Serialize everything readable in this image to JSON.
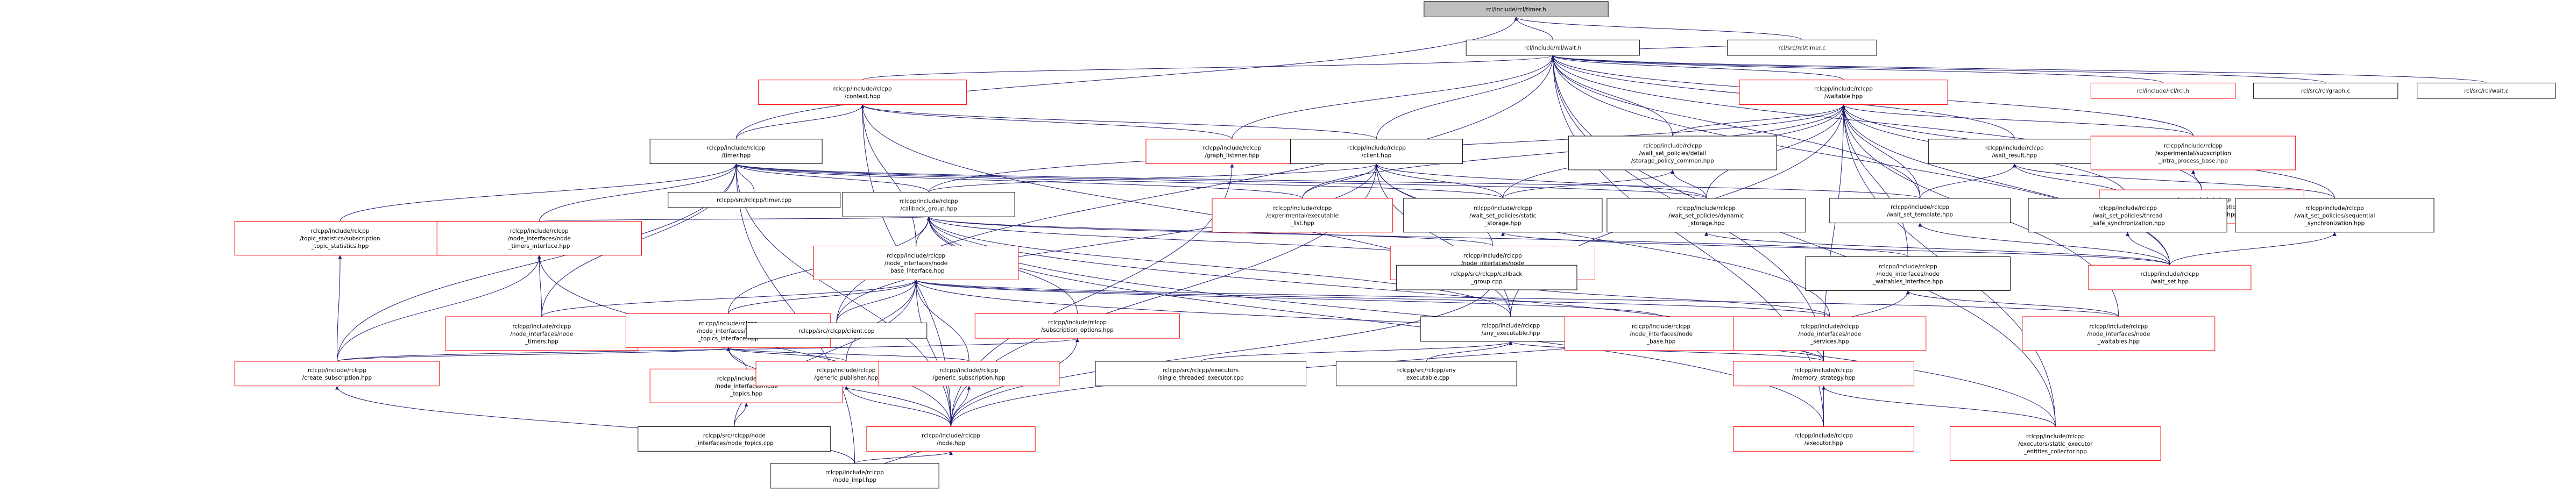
{
  "colors": {
    "edge": "#191970",
    "node_border_default": "#000000",
    "node_border_incomplete": "#ff0000",
    "node_fill": "#ffffff",
    "root_fill": "#bfbfbf",
    "text": "#000000"
  },
  "nodes": {
    "rcl_timer_h": {
      "lines": [
        "rcl/include/rcl/timer.h"
      ]
    },
    "rcl_wait_h": {
      "lines": [
        "rcl/include/rcl/wait.h"
      ]
    },
    "rcl_src_timer_c": {
      "lines": [
        "rcl/src/rcl/timer.c"
      ]
    },
    "rclcpp_context": {
      "lines": [
        "rclcpp/include/rclcpp",
        "/context.hpp"
      ]
    },
    "rclcpp_waitable": {
      "lines": [
        "rclcpp/include/rclcpp",
        "/waitable.hpp"
      ]
    },
    "rcl_rcl_h": {
      "lines": [
        "rcl/include/rcl/rcl.h"
      ]
    },
    "rcl_graph_c": {
      "lines": [
        "rcl/src/rcl/graph.c"
      ]
    },
    "rcl_wait_c": {
      "lines": [
        "rcl/src/rcl/wait.c"
      ]
    },
    "rclcpp_timer": {
      "lines": [
        "rclcpp/include/rclcpp",
        "/timer.hpp"
      ]
    },
    "rclcpp_graph_listener": {
      "lines": [
        "rclcpp/include/rclcpp",
        "/graph_listener.hpp"
      ]
    },
    "rclcpp_client": {
      "lines": [
        "rclcpp/include/rclcpp",
        "/client.hpp"
      ]
    },
    "ws_detail_storage_common": {
      "lines": [
        "rclcpp/include/rclcpp",
        "/wait_set_policies/detail",
        "/storage_policy_common.hpp"
      ]
    },
    "rclcpp_wait_result": {
      "lines": [
        "rclcpp/include/rclcpp",
        "/wait_result.hpp"
      ]
    },
    "exp_sub_ipb_base": {
      "lines": [
        "rclcpp/include/rclcpp",
        "/experimental/subscription",
        "_intra_process_base.hpp"
      ]
    },
    "exp_sub_ipb_buffer": {
      "lines": [
        "rclcpp/include/rclcpp",
        "/experimental/subscription",
        "_intra_process_buffer.hpp"
      ]
    },
    "rclcpp_src_timer_cpp": {
      "lines": [
        "rclcpp/src/rclcpp/timer.cpp"
      ]
    },
    "rclcpp_callback_group": {
      "lines": [
        "rclcpp/include/rclcpp",
        "/callback_group.hpp"
      ]
    },
    "exp_executable_list": {
      "lines": [
        "rclcpp/include/rclcpp",
        "/experimental/executable",
        "_list.hpp"
      ]
    },
    "ws_static_storage": {
      "lines": [
        "rclcpp/include/rclcpp",
        "/wait_set_policies/static",
        "_storage.hpp"
      ]
    },
    "ws_dynamic_storage": {
      "lines": [
        "rclcpp/include/rclcpp",
        "/wait_set_policies/dynamic",
        "_storage.hpp"
      ]
    },
    "ws_template": {
      "lines": [
        "rclcpp/include/rclcpp",
        "/wait_set_template.hpp"
      ]
    },
    "ws_thread_safe_sync": {
      "lines": [
        "rclcpp/include/rclcpp",
        "/wait_set_policies/thread",
        "_safe_synchronization.hpp"
      ]
    },
    "ws_sequential_sync": {
      "lines": [
        "rclcpp/include/rclcpp",
        "/wait_set_policies/sequential",
        "_synchronization.hpp"
      ]
    },
    "topic_stats_sub": {
      "lines": [
        "rclcpp/include/rclcpp",
        "/topic_statistics/subscription",
        "_topic_statistics.hpp"
      ]
    },
    "ni_timers_interface": {
      "lines": [
        "rclcpp/include/rclcpp",
        "/node_interfaces/node",
        "_timers_interface.hpp"
      ]
    },
    "ni_base_interface": {
      "lines": [
        "rclcpp/include/rclcpp",
        "/node_interfaces/node",
        "_base_interface.hpp"
      ]
    },
    "ni_services_interface": {
      "lines": [
        "rclcpp/include/rclcpp",
        "/node_interfaces/node",
        "_services_interface.hpp"
      ]
    },
    "rclcpp_src_callback_group": {
      "lines": [
        "rclcpp/src/rclcpp/callback",
        "_group.cpp"
      ]
    },
    "ni_waitables_interface": {
      "lines": [
        "rclcpp/include/rclcpp",
        "/node_interfaces/node",
        "_waitables_interface.hpp"
      ]
    },
    "rclcpp_wait_set": {
      "lines": [
        "rclcpp/include/rclcpp",
        "/wait_set.hpp"
      ]
    },
    "ni_timers": {
      "lines": [
        "rclcpp/include/rclcpp",
        "/node_interfaces/node",
        "_timers.hpp"
      ]
    },
    "ni_topics_interface": {
      "lines": [
        "rclcpp/include/rclcpp",
        "/node_interfaces/node",
        "_topics_interface.hpp"
      ]
    },
    "rclcpp_src_client_cpp": {
      "lines": [
        "rclcpp/src/rclcpp/client.cpp"
      ]
    },
    "sub_options": {
      "lines": [
        "rclcpp/include/rclcpp",
        "/subscription_options.hpp"
      ]
    },
    "any_executable": {
      "lines": [
        "rclcpp/include/rclcpp",
        "/any_executable.hpp"
      ]
    },
    "ni_base": {
      "lines": [
        "rclcpp/include/rclcpp",
        "/node_interfaces/node",
        "_base.hpp"
      ]
    },
    "ni_services": {
      "lines": [
        "rclcpp/include/rclcpp",
        "/node_interfaces/node",
        "_services.hpp"
      ]
    },
    "ni_waitables": {
      "lines": [
        "rclcpp/include/rclcpp",
        "/node_interfaces/node",
        "_waitables.hpp"
      ]
    },
    "create_subscription": {
      "lines": [
        "rclcpp/include/rclcpp",
        "/create_subscription.hpp"
      ]
    },
    "ni_topics": {
      "lines": [
        "rclcpp/include/rclcpp",
        "/node_interfaces/node",
        "_topics.hpp"
      ]
    },
    "generic_publisher": {
      "lines": [
        "rclcpp/include/rclcpp",
        "/generic_publisher.hpp"
      ]
    },
    "generic_subscription": {
      "lines": [
        "rclcpp/include/rclcpp",
        "/generic_subscription.hpp"
      ]
    },
    "single_threaded_exec": {
      "lines": [
        "rclcpp/src/rclcpp/executors",
        "/single_threaded_executor.cpp"
      ]
    },
    "src_any_executable": {
      "lines": [
        "rclcpp/src/rclcpp/any",
        "_executable.cpp"
      ]
    },
    "memory_strategy": {
      "lines": [
        "rclcpp/include/rclcpp",
        "/memory_strategy.hpp"
      ]
    },
    "src_ni_topics": {
      "lines": [
        "rclcpp/src/rclcpp/node",
        "_interfaces/node_topics.cpp"
      ]
    },
    "rclcpp_node": {
      "lines": [
        "rclcpp/include/rclcpp",
        "/node.hpp"
      ]
    },
    "rclcpp_executor": {
      "lines": [
        "rclcpp/include/rclcpp",
        "/executor.hpp"
      ]
    },
    "static_exec_collector": {
      "lines": [
        "rclcpp/include/rclcpp",
        "/executors/static_executor",
        "_entities_collector.hpp"
      ]
    },
    "rclcpp_node_impl": {
      "lines": [
        "rclcpp/include/rclcpp",
        "/node_impl.hpp"
      ]
    }
  }
}
